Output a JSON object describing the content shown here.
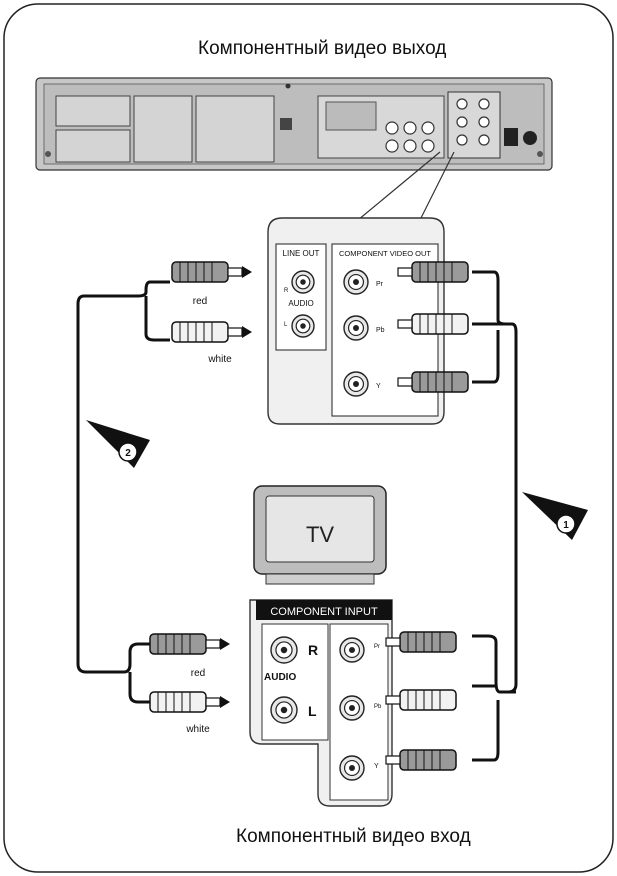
{
  "titles": {
    "top": "Компонентный видео выход",
    "bottom": "Компонентный видео вход"
  },
  "dvd_panel": {
    "line_out": "LINE OUT",
    "audio": "AUDIO",
    "r": "R",
    "l": "L",
    "component_video_out": "COMPONENT VIDEO OUT",
    "pr": "Pr",
    "pb": "Pb",
    "y": "Y"
  },
  "tv": {
    "label": "TV"
  },
  "tv_panel": {
    "component_input": "COMPONENT INPUT",
    "r": "R",
    "audio": "AUDIO",
    "l": "L",
    "pr": "Pr",
    "pb": "Pb",
    "y": "Y"
  },
  "cable_labels": {
    "top_red": "red",
    "top_white": "white",
    "bottom_red": "red",
    "bottom_white": "white"
  },
  "steps": {
    "one": "1",
    "two": "2"
  },
  "colors": {
    "line": "#111111",
    "panel_bg": "#f2f2f2",
    "device_bg": "#cfcfcf"
  }
}
